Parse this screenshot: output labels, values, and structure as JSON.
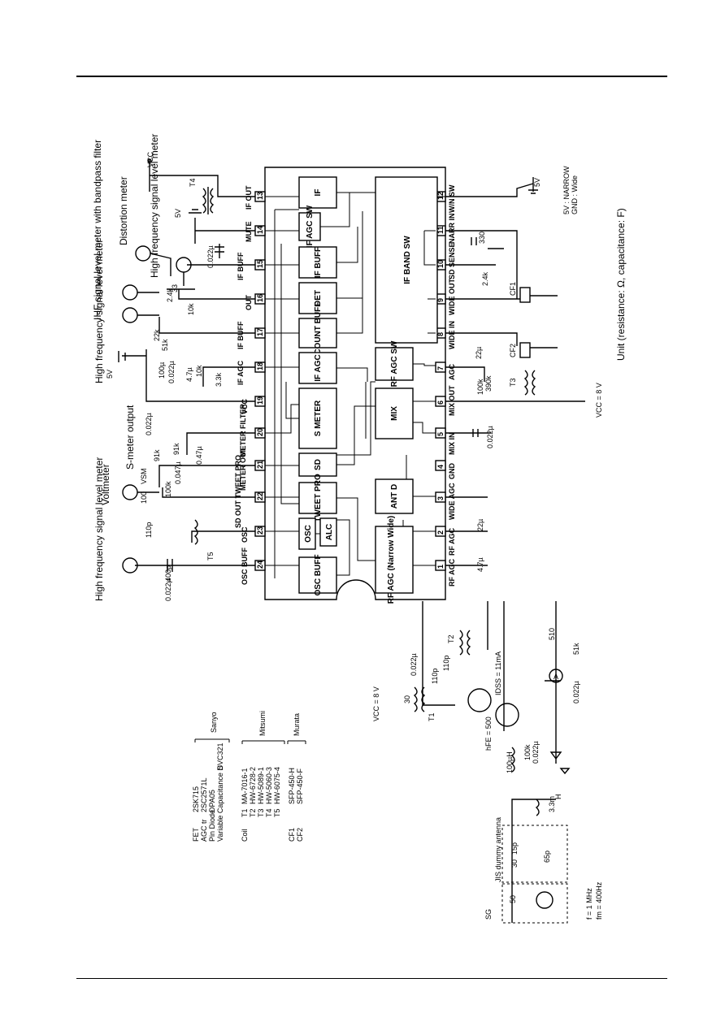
{
  "ic": {
    "blocks": {
      "if": "IF",
      "if_agc_sw": "IF AGC SW",
      "if_buff": "IF BUFF",
      "det": "DET",
      "if_count_buff": "IF COUNT BUFF",
      "if_agc": "IF AGC",
      "s_meter": "S METER",
      "sd": "SD",
      "tweet_pro": "TWEET PRO",
      "osc": "OSC",
      "alc": "ALC",
      "osc_buff": "OSC BUFF",
      "if_band_sw": "IF BAND SW",
      "rf_agc_sw": "RF AGC SW",
      "mix": "MIX",
      "ant_d": "ANT D",
      "rf_agc_narrow_wide": "RF AGC (Narrow Wide)"
    },
    "pins_top": [
      {
        "num": "13",
        "label": "IF OUT"
      },
      {
        "num": "14",
        "label": "MUTE"
      },
      {
        "num": "15",
        "label": "IF BUFF"
      },
      {
        "num": "16",
        "label": "OUT"
      },
      {
        "num": "17",
        "label": "IF BUFF"
      },
      {
        "num": "18",
        "label": "IF AGC"
      },
      {
        "num": "19",
        "label": "VCC"
      },
      {
        "num": "20",
        "label": "METER FILTER"
      },
      {
        "num": "21",
        "label": "METER OUT"
      },
      {
        "num": "22",
        "label": "SD OUT TWEET PRO"
      },
      {
        "num": "23",
        "label": "OSC"
      },
      {
        "num": "24",
        "label": "OSC BUFF"
      }
    ],
    "pins_bottom": [
      {
        "num": "12",
        "label": "W/N SW"
      },
      {
        "num": "11",
        "label": "NARR IN"
      },
      {
        "num": "10",
        "label": "SD SENSE"
      },
      {
        "num": "9",
        "label": "WIDE OUT"
      },
      {
        "num": "8",
        "label": "WIDE IN"
      },
      {
        "num": "7",
        "label": "AGC"
      },
      {
        "num": "6",
        "label": "MIX OUT"
      },
      {
        "num": "5",
        "label": "MIX IN"
      },
      {
        "num": "4",
        "label": "GND"
      },
      {
        "num": "3",
        "label": "WIDE AGC"
      },
      {
        "num": "2",
        "label": "RF AGC"
      },
      {
        "num": "1",
        "label": "RF AGC"
      }
    ]
  },
  "instruments": {
    "hf_meter_osc": "High frequency signal level meter",
    "voltmeter": "Voltmeter",
    "s_meter_output": "S-meter output",
    "hf_meter_ifbuff": "High frequency signal level meter",
    "ihf_meter": "IHF signal level meter with bandpass filter",
    "hf_meter_ifbuff2": "High frequency signal level meter",
    "distortion_meter": "Distortion meter",
    "vcc_top": "VCC"
  },
  "components_top": {
    "c_osc_buff": "0.022µ",
    "c_400p": "400p",
    "c_110p": "110p",
    "t5": "T5",
    "r_100k": "100k",
    "vsm": "VSM",
    "r_100": "100",
    "r_91k_a": "91k",
    "r_91k_b": "91k",
    "c_0047": "0.047µ",
    "c_047": "0.47µ",
    "c_0022_meter": "0.022µ",
    "c_100u": "100µ",
    "c_47u": "4.7µ",
    "c_0022_ifagc": "0.022µ",
    "r_10k_a": "10k",
    "r_10k_b": "10k",
    "r_33k": "3.3k",
    "r_51k": "51k",
    "r_22k": "22k",
    "r_24k": "2.4k",
    "c_33": "33",
    "v5_a": "5V",
    "v5_b": "5V",
    "c_0022_mute": "0.022µ",
    "t4": "T4"
  },
  "components_bottom": {
    "v5_sw": "5V",
    "sw_note_1": "5V : NARROW",
    "sw_note_2": "GND : Wide",
    "c_330": "330",
    "r_24k_sd": "2.4k",
    "cf1": "CF1",
    "cf2": "CF2",
    "c_22u_agc": "22µ",
    "r_100k_agc": "100k",
    "c_390k": "390k",
    "t3": "T3",
    "vcc_8v": "VCC = 8 V",
    "c_0022_mix": "0.022µ",
    "c_22u_wide": "22µ",
    "c_47u_rf": "4.7µ",
    "unit_note": "Unit (resistance: Ω, capacitance: F)"
  },
  "components_front_end": {
    "vcc_8v": "VCC = 8 V",
    "r_30": "30",
    "c_0022": "0.022µ",
    "c_110p_a": "110p",
    "c_110p_b": "110p",
    "t1": "T1",
    "t2": "T2",
    "hfe": "hFE = 500",
    "idss": "IDSS = 11mA",
    "r_510": "510",
    "r_51k": "51k",
    "c_0022_meter": "0.022µ",
    "l_100uh": "100µH",
    "r_100k": "100k",
    "c_0022_b": "0.022µ",
    "l_33m": "3.3m",
    "l_h": "H",
    "jis_dummy": "JIS dummy antenna",
    "r_30_ant": "30",
    "c_15p": "15p",
    "c_65p": "65p",
    "sg": "SG",
    "r_50": "50",
    "f": "f = 1 MHz",
    "fm": "fm = 400Hz"
  },
  "parts_list": {
    "fet_label": "FET",
    "fet_part": "2SK715",
    "agc_tr_label": "AGC tr",
    "agc_tr_part": "2SC2571L",
    "pin_diode_label": "Pin Diode",
    "pin_diode_part": "DPA05",
    "varicap_label": "Variable Capacitance D",
    "varicap_part": "SVC321",
    "maker_sanyo": "Sanyo",
    "coil_label": "Coil",
    "coils": [
      {
        "ref": "T1",
        "part": "MA-7016-1"
      },
      {
        "ref": "T2",
        "part": "HW-6728-2"
      },
      {
        "ref": "T3",
        "part": "HW-5089-1"
      },
      {
        "ref": "T4",
        "part": "HW-5060-3"
      },
      {
        "ref": "T5",
        "part": "HW-6075-4"
      }
    ],
    "maker_mitsumi": "Mitsumi",
    "cf1_label": "CF1",
    "cf1_part": "SFP-450-H",
    "cf2_label": "CF2",
    "cf2_part": "SFP-450-F",
    "maker_murata": "Murata"
  }
}
